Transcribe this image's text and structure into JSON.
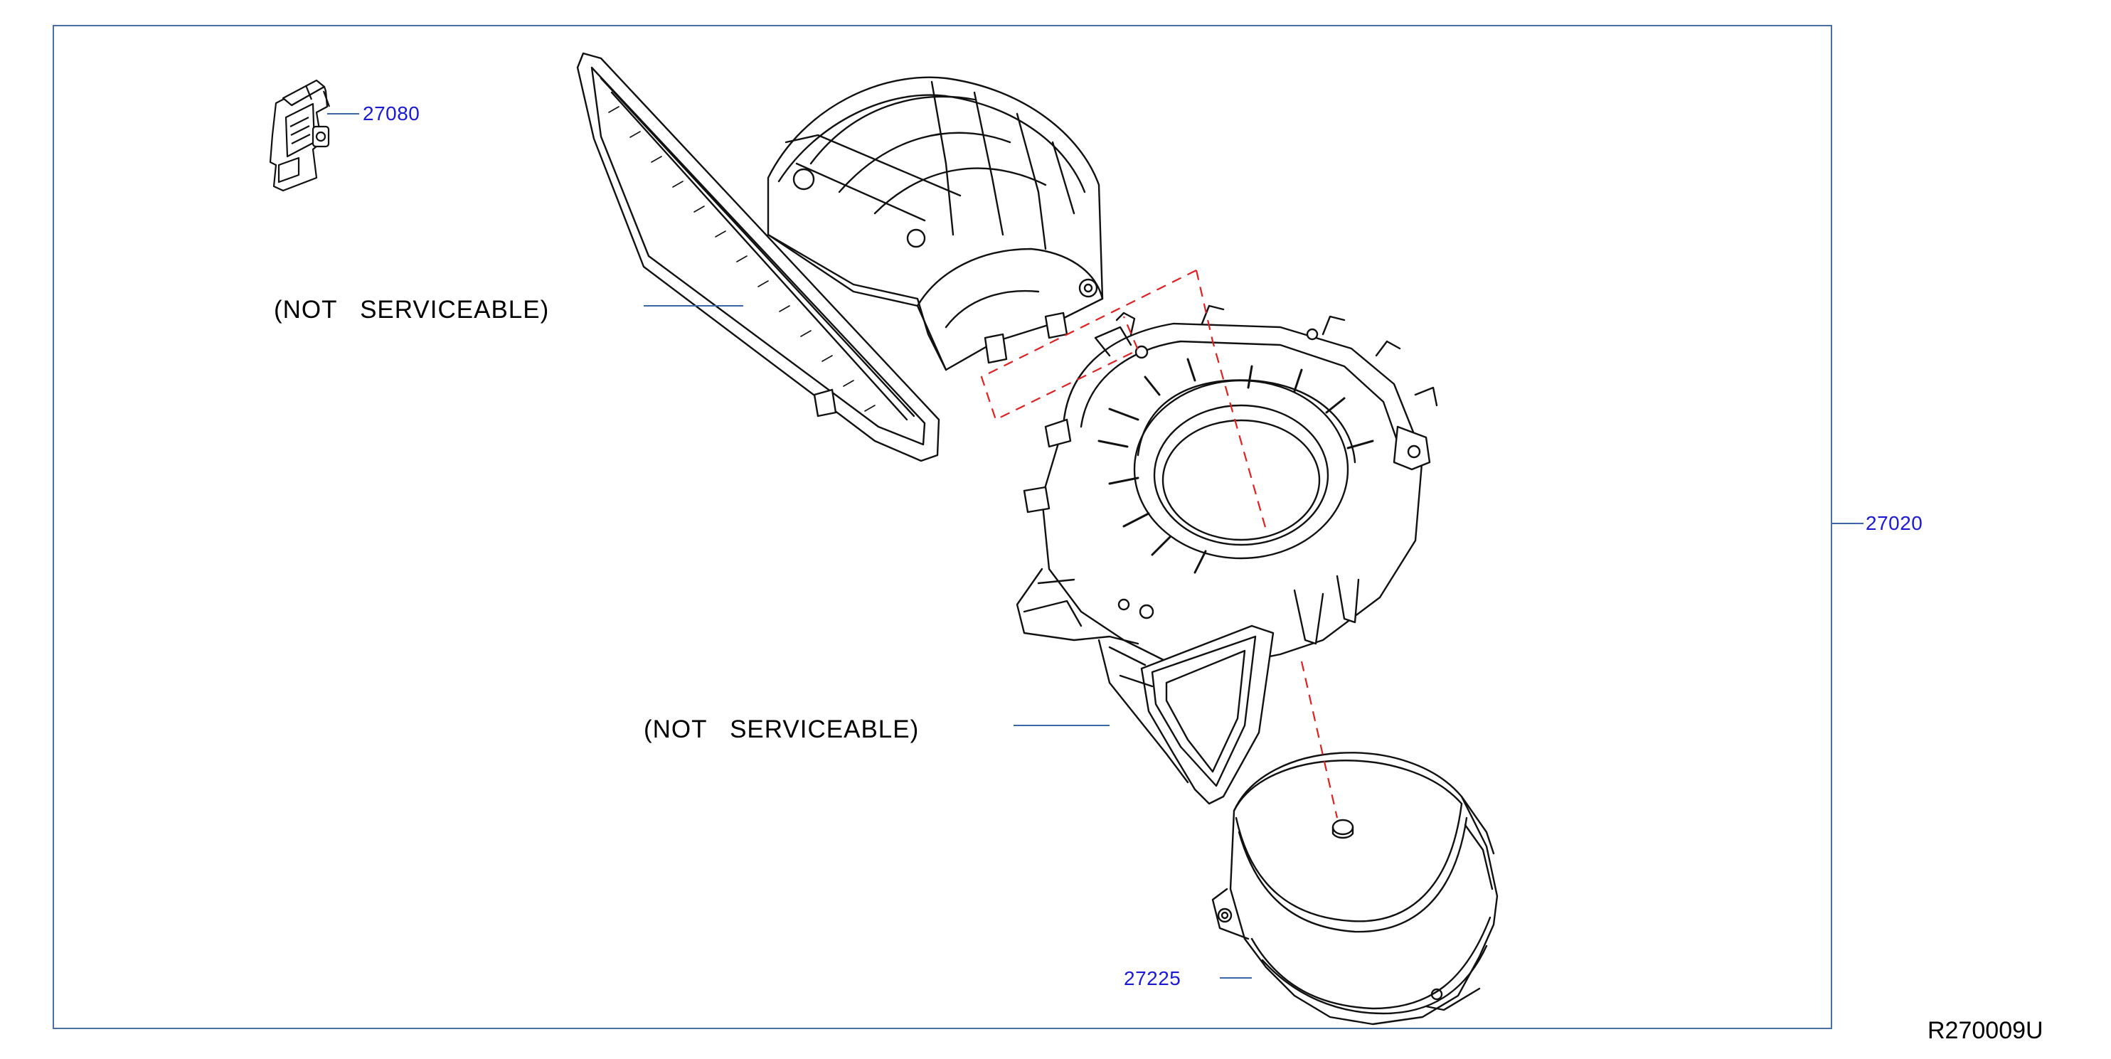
{
  "diagram": {
    "parts": [
      {
        "id": "resistor",
        "number": "27080"
      },
      {
        "id": "blower-case",
        "number": "27020"
      },
      {
        "id": "blower-motor",
        "number": "27225"
      }
    ],
    "notes": {
      "intake_duct": "(NOT   SERVICEABLE)",
      "blower_housing": "(NOT   SERVICEABLE)"
    },
    "diagram_id": "R270009U",
    "colors": {
      "frame": "#4a6fa5",
      "leader": "#3a67a8",
      "callout_text": "#1a1ad6",
      "assembly_line": "#e02020",
      "drawing": "#111111"
    }
  }
}
